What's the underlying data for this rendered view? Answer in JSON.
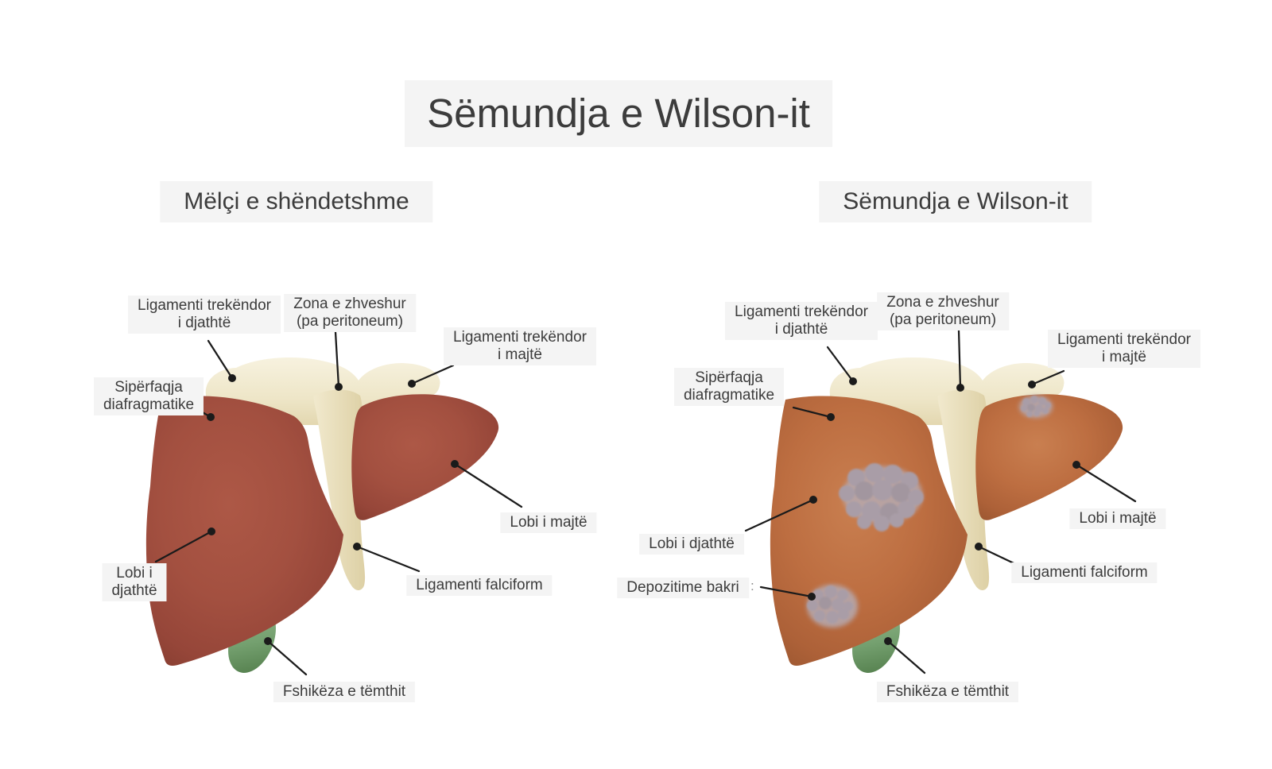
{
  "title": "Sëmundja e Wilson-it",
  "left": {
    "subtitle": "Mëlçi e shëndetshme",
    "labels": {
      "lig_tri_right": [
        "Ligamenti trekëndor",
        "i djathtë"
      ],
      "bare_area": [
        "Zona e zhveshur",
        "(pa peritoneum)"
      ],
      "lig_tri_left": [
        "Ligamenti trekëndor",
        "i majtë"
      ],
      "diaphragmatic_surface": [
        "Sipërfaqja",
        "diafragmatike"
      ],
      "left_lobe": [
        "Lobi i majtë"
      ],
      "right_lobe": [
        "Lobi i",
        "djathtë"
      ],
      "falciform": [
        "Ligamenti falciform"
      ],
      "gallbladder": [
        "Fshikëza e tëmthit"
      ]
    }
  },
  "right": {
    "subtitle": "Sëmundja e Wilson-it",
    "labels": {
      "lig_tri_right": [
        "Ligamenti trekëndor",
        "i djathtë"
      ],
      "bare_area": [
        "Zona e zhveshur",
        "(pa peritoneum)"
      ],
      "lig_tri_left": [
        "Ligamenti trekëndor",
        "i majtë"
      ],
      "diaphragmatic_surface": [
        "Sipërfaqja",
        "diafragmatike"
      ],
      "right_lobe": [
        "Lobi i djathtë"
      ],
      "copper_deposits": [
        "Depozitime bakri"
      ],
      "left_lobe": [
        "Lobi i majtë"
      ],
      "falciform": [
        "Ligamenti falciform"
      ],
      "gallbladder": [
        "Fshikëza e tëmthit"
      ]
    },
    "colon_artifact": ":"
  },
  "colors": {
    "background": "#ffffff",
    "text": "#3c3c3c",
    "label_box": "#f4f4f4",
    "leader_line": "#1b1b1b",
    "healthy_liver": "#a35040",
    "healthy_liver_edge": "#7f3a2d",
    "wilson_liver": "#bd6e41",
    "wilson_liver_edge": "#93522d",
    "ligament_cream": "#f0e9cf",
    "gallbladder_green": "#74a06f",
    "copper_deposit": "#a99da7"
  }
}
